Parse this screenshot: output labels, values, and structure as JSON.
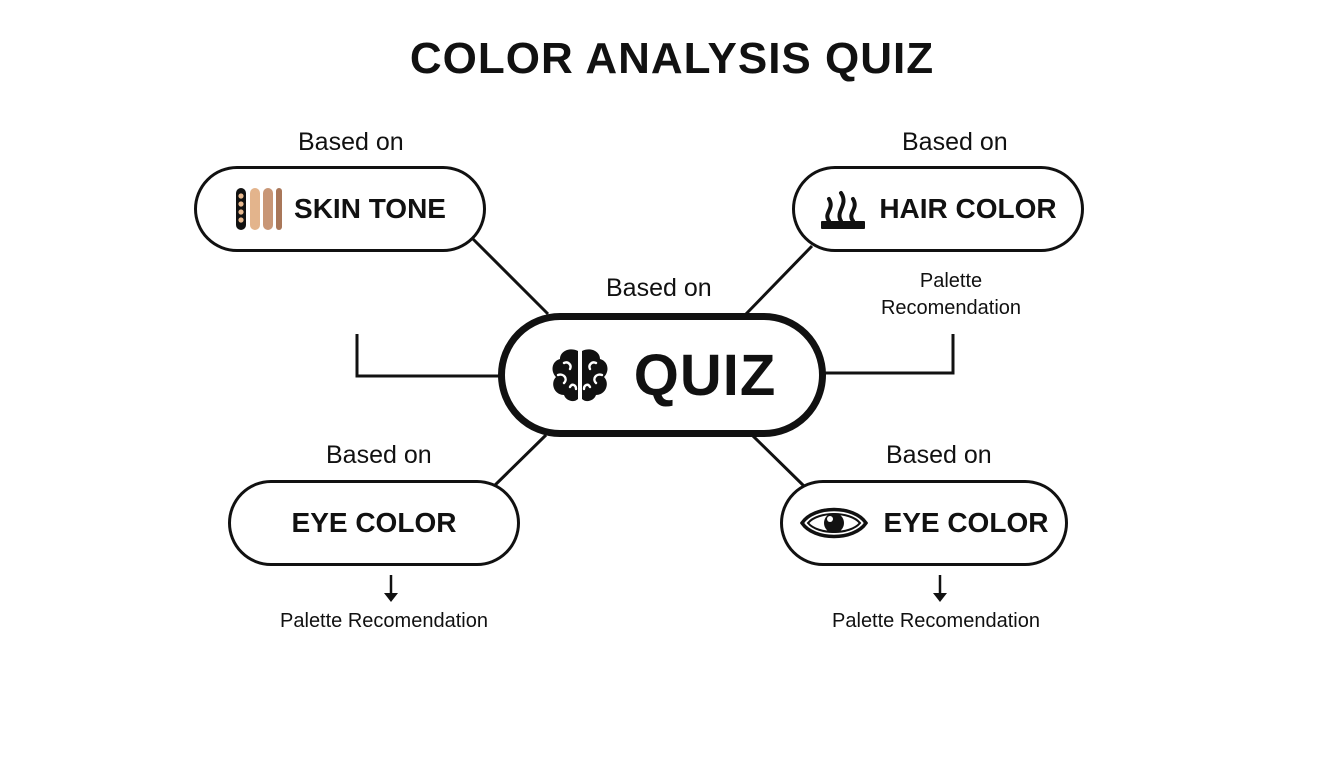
{
  "title": "COLOR ANALYSIS QUIZ",
  "hub": {
    "label": "QUIZ",
    "caption": "Based on",
    "icon": "brain-icon"
  },
  "nodes": {
    "skin_tone": {
      "caption": "Based on",
      "label": "SKIN TONE",
      "icon": "skin-swatch-icon",
      "swatch_colors": [
        "#111111",
        "#e3b48c",
        "#c89676",
        "#a97759"
      ],
      "dot_color": "#e8b98f"
    },
    "hair_color": {
      "caption": "Based on",
      "label": "HAIR COLOR",
      "icon": "hair-waves-icon",
      "note_line1": "Palette",
      "note_line2": "Recomendation"
    },
    "eye_color_left": {
      "caption": "Based on",
      "label": "EYE COLOR",
      "note": "Palette Recomendation",
      "arrow_icon": "arrow-down-icon"
    },
    "eye_color_right": {
      "caption": "Based on",
      "label": "EYE COLOR",
      "icon": "eye-icon",
      "note": "Palette Recomendation",
      "arrow_icon": "arrow-down-icon"
    }
  },
  "colors": {
    "ink": "#111111",
    "background": "#ffffff"
  }
}
